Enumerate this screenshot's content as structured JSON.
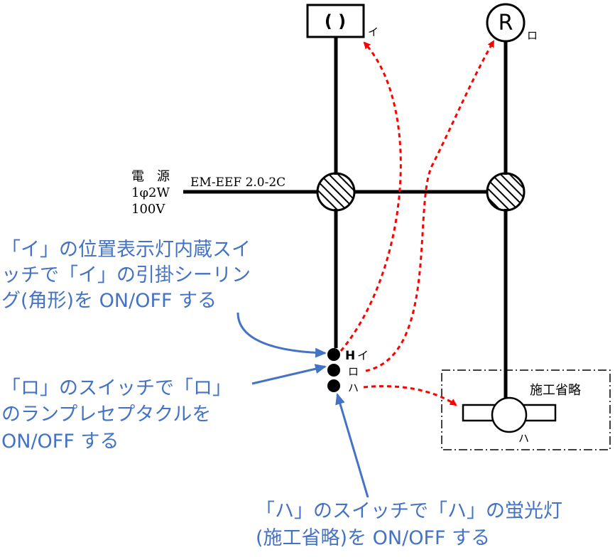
{
  "power": {
    "line1": "電　源",
    "line2": "1φ2W",
    "line3": "100V"
  },
  "cable_label": "EM-EEF 2.0-2C",
  "fixtures": {
    "ceiling_symbol": "( )",
    "ceiling_label": "イ",
    "receptacle_symbol": "R",
    "receptacle_label": "ロ",
    "fluorescent_label": "ハ"
  },
  "omitted_label": "施工省略",
  "switches": {
    "h_mark": "H",
    "label_i": "イ",
    "label_ro": "ロ",
    "label_ha": "ハ"
  },
  "notes": {
    "note1": [
      "「イ」の位置表示灯内蔵スイ",
      "ッチで「イ」の引掛シーリン",
      "グ(角形)を ON/OFF する"
    ],
    "note2": [
      "「ロ」のスイッチで「ロ」",
      "のランプレセプタクルを",
      "ON/OFF する"
    ],
    "note3": [
      "「ハ」のスイッチで「ハ」の蛍光灯",
      "(施工省略)を ON/OFF する"
    ]
  },
  "colors": {
    "line": "#000000",
    "arrow_red": "#FF0000",
    "note_blue": "#4472C4"
  }
}
